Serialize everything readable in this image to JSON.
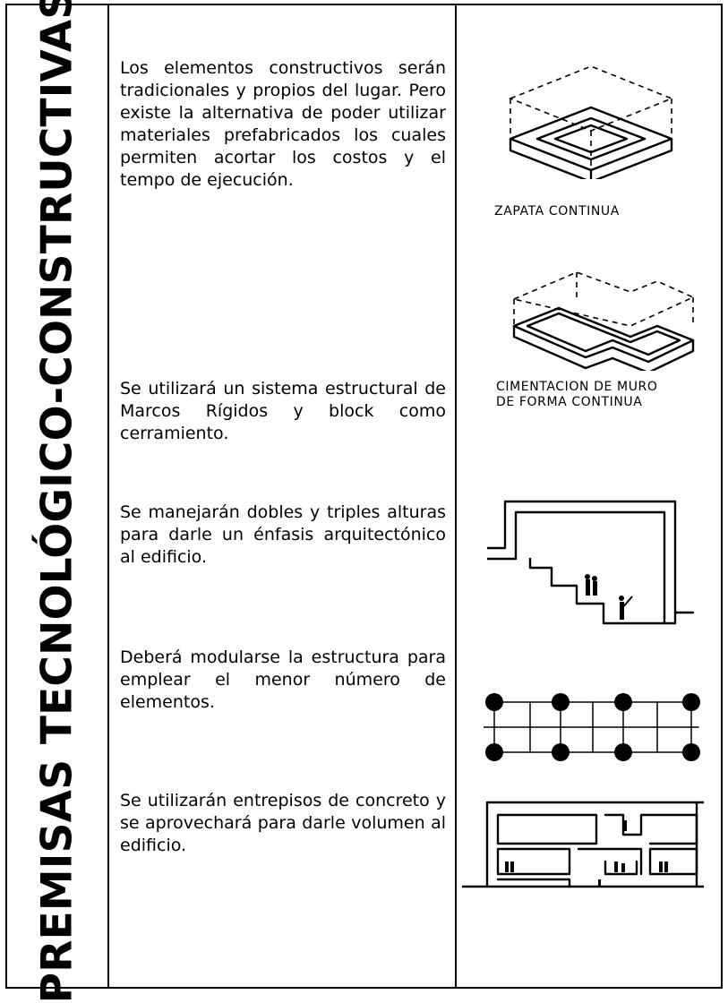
{
  "title": "PREMISAS TECNOLÓGICO-CONSTRUCTIVAS",
  "paragraphs": [
    "Los elementos constructivos serán tradicionales y propios del lugar. Pero existe la alternativa de poder utilizar materiales prefabricados los cuales permiten acortar los costos y el tempo de ejecución.",
    "Se utilizará un sistema estructural de Marcos Rígidos y block como cerramiento.",
    "Se manejarán dobles y triples alturas para darle un énfasis arquitectónico al edificio.",
    "Deberá modularse la estructura para emplear el menor número de elementos.",
    "Se utilizarán entrepisos de concreto y se aprovechará para darle volumen al edificio."
  ],
  "captions": {
    "zapata": "ZAPATA CONTINUA",
    "cimentacion_1": "CIMENTACION DE MURO",
    "cimentacion_2": "DE FORMA CONTINUA"
  },
  "icons": [
    "zapata-continua-sketch",
    "cimentacion-muro-sketch",
    "double-height-section-sketch",
    "structural-grid-sketch",
    "mezzanine-section-sketch"
  ]
}
